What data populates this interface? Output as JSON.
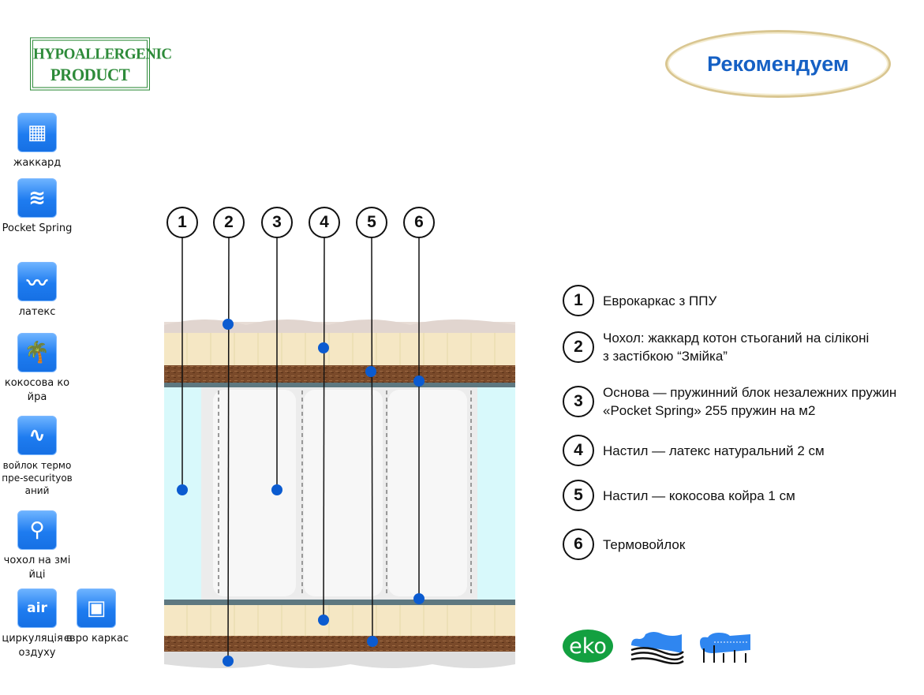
{
  "stamp": {
    "line1": "HYPOALLERGENIC",
    "line2": "PRODUCT"
  },
  "badge": {
    "label": "Рекомендуем"
  },
  "features": [
    {
      "icon": "jacquard-icon",
      "label": "жаккард"
    },
    {
      "icon": "pocket-spring-icon",
      "label": "Pocket Spring"
    },
    {
      "icon": "latex-icon",
      "label": "латекс"
    },
    {
      "icon": "palm-tree-icon",
      "label": "кокосова койра"
    },
    {
      "icon": "thermo-felt-icon",
      "label": "войлок термопре-securityований"
    },
    {
      "icon": "zipper-icon",
      "label": "чохол на змійці"
    },
    {
      "icon": "air-circulation-icon",
      "label": "циркуляція воздуху",
      "glyph": "air"
    },
    {
      "icon": "euro-frame-icon",
      "label": "євро каркас"
    }
  ],
  "numbers": [
    "1",
    "2",
    "3",
    "4",
    "5",
    "6"
  ],
  "legend": [
    {
      "n": "1",
      "text": "Еврокаркас з ППУ"
    },
    {
      "n": "2",
      "text": "Чохол: жаккард котон  стьоганий на сіліконі з застібкою “Змійка”"
    },
    {
      "n": "3",
      "text": "Основа — пружинний блок незалежних пружин «Pocket Spring» 255 пружин на м2"
    },
    {
      "n": "4",
      "text": "Настил — латекс натуральний 2 см"
    },
    {
      "n": "5",
      "text": "Настил — кокосова койра 1 см"
    },
    {
      "n": "6",
      "text": "Термовойлок"
    }
  ],
  "bottom_icons": {
    "eko": "eko"
  },
  "colors": {
    "accent": "#1560c4",
    "dot": "#0b5bd0",
    "green": "#13a040"
  }
}
